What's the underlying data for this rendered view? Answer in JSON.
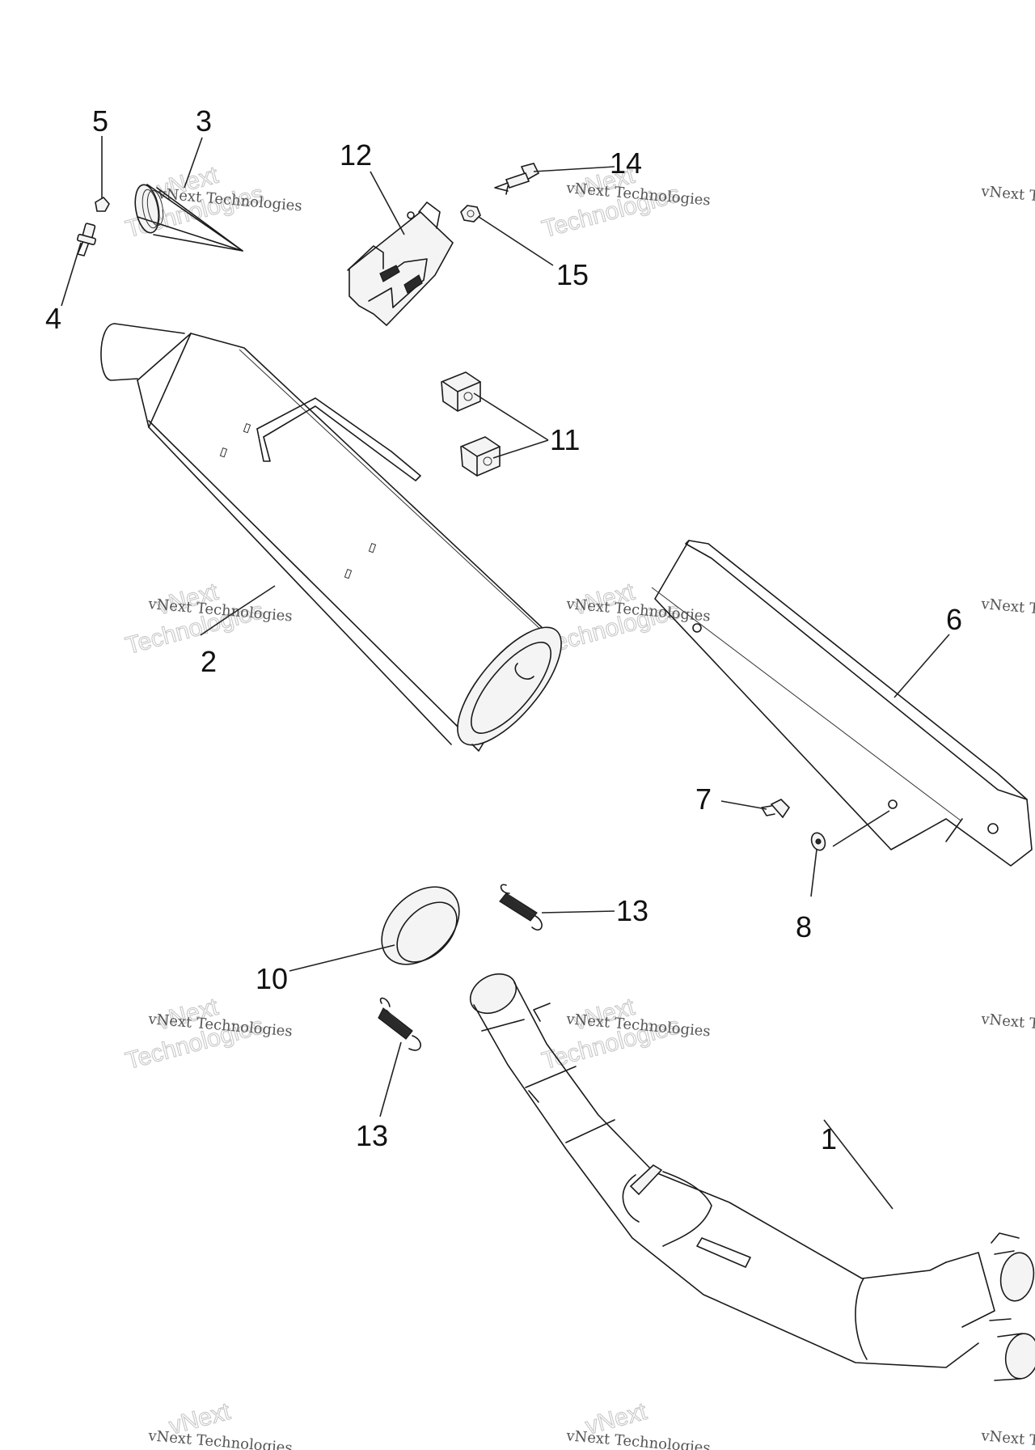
{
  "watermark": {
    "line_small": "vNext Technologies",
    "line_large_a": "vNext",
    "line_large_b": "Technologies"
  },
  "callouts": [
    {
      "id": "c1",
      "text": "1"
    },
    {
      "id": "c2",
      "text": "2"
    },
    {
      "id": "c3",
      "text": "3"
    },
    {
      "id": "c4",
      "text": "4"
    },
    {
      "id": "c5",
      "text": "5"
    },
    {
      "id": "c6",
      "text": "6"
    },
    {
      "id": "c7",
      "text": "7"
    },
    {
      "id": "c8",
      "text": "8"
    },
    {
      "id": "c10",
      "text": "10"
    },
    {
      "id": "c11",
      "text": "11"
    },
    {
      "id": "c12",
      "text": "12"
    },
    {
      "id": "c13a",
      "text": "13"
    },
    {
      "id": "c13b",
      "text": "13"
    },
    {
      "id": "c14",
      "text": "14"
    },
    {
      "id": "c15",
      "text": "15"
    }
  ]
}
